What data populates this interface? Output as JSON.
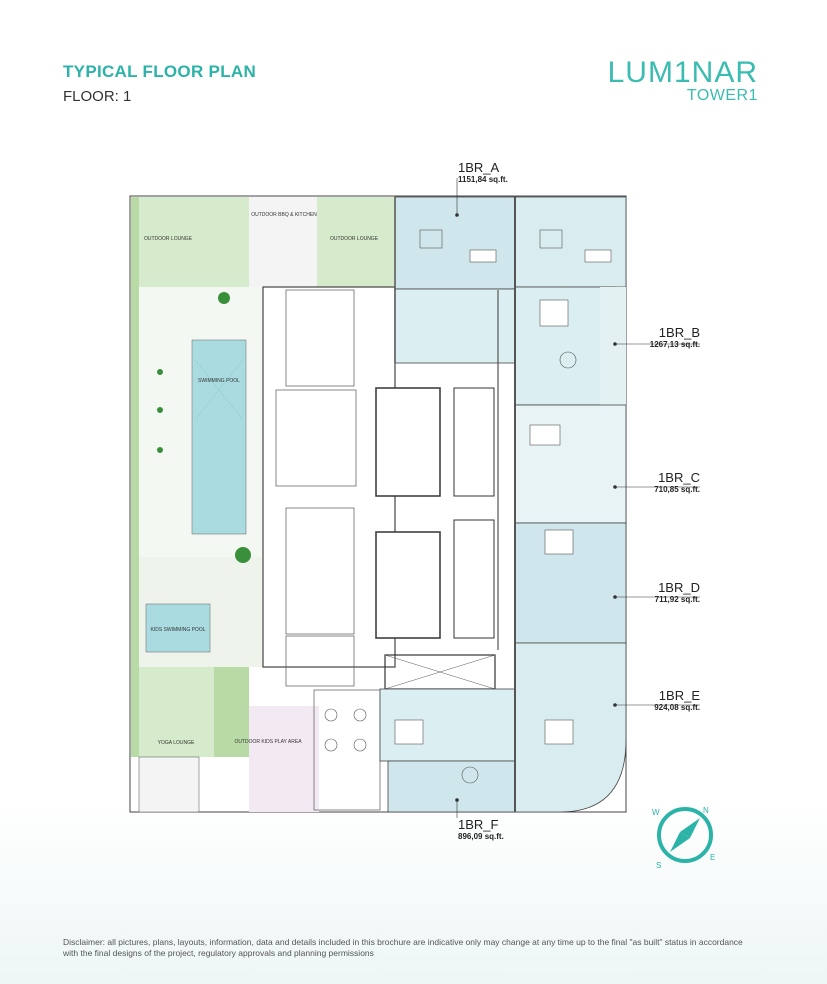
{
  "header": {
    "title": "TYPICAL FLOOR PLAN",
    "floor": "FLOOR: 1"
  },
  "logo": {
    "line1": "LUM1NAR",
    "line2": "TOWER1"
  },
  "units": [
    {
      "name": "1BR_A",
      "area": "1151,84 sq.ft."
    },
    {
      "name": "1BR_B",
      "area": "1267,13 sq.ft."
    },
    {
      "name": "1BR_C",
      "area": "710,85 sq.ft."
    },
    {
      "name": "1BR_D",
      "area": "711,92 sq.ft."
    },
    {
      "name": "1BR_E",
      "area": "924,08 sq.ft."
    },
    {
      "name": "1BR_F",
      "area": "896,09 sq.ft."
    }
  ],
  "amenities": {
    "outdoor_lounge_left": "OUTDOOR LOUNGE",
    "outdoor_bbq": "OUTDOOR BBQ & KITCHEN",
    "outdoor_lounge_right": "OUTDOOR LOUNGE",
    "swimming_pool": "SWIMMING POOL",
    "kids_pool": "KIDS SWIMMING POOL",
    "yoga_lounge": "YOGA LOUNGE",
    "kids_play": "OUTDOOR KIDS PLAY AREA"
  },
  "compass": {
    "w": "W",
    "n": "N",
    "s": "S",
    "e": "E"
  },
  "colors": {
    "accent": "#2bb3a8",
    "unit_fill": "#cfe7ec",
    "green": "#b8dba6"
  },
  "disclaimer": "Disclaimer: all pictures, plans, layouts, information, data and details included in this brochure are indicative only may change at any time up to the final \"as built\" status in accordance with the final designs of the project, regulatory approvals and planning permissions"
}
